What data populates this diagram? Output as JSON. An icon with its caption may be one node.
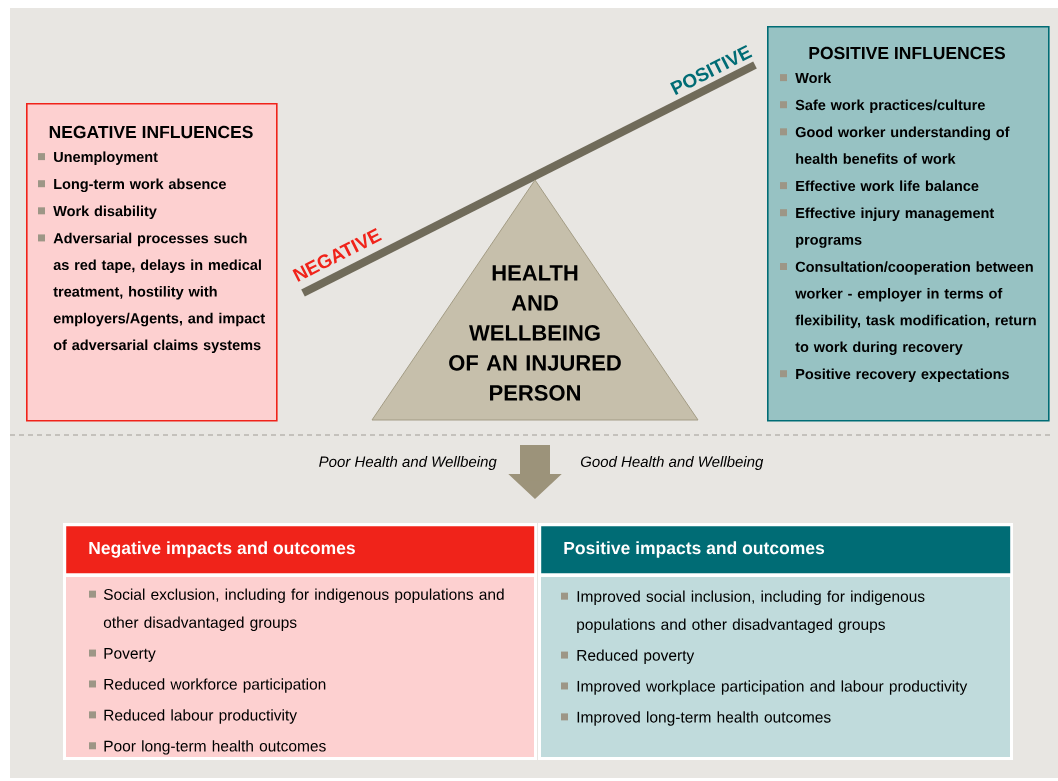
{
  "diagram": {
    "nodes": [
      {
        "text": [
          "NEGATIVE INFLUENCES",
          "Unemployment",
          "Long-term work absence",
          "Work disability",
          "Adversarial processes such as red tape, delays in medical treatment, hostility with employers/Agents, and impact of adversarial claims systems"
        ]
      },
      {
        "text": [
          "POSITIVE INFLUENCES",
          "Work",
          "Safe work practices/culture",
          "Good worker understanding of health benefits of work",
          "Effective work life balance",
          "Effective injury management programs",
          "Consultation/cooperation between worker - employer in terms of flexibility, task modification, return to work during recovery",
          "Positive recovery expectations"
        ]
      },
      {
        "text": [
          "HEALTH AND WELLBEING OF AN INJURED PERSON"
        ]
      },
      {
        "text": [
          "Negative impacts and outcomes",
          "Social exclusion, including for indigenous populations and other disadvantaged groups",
          "Poverty",
          "Reduced workforce participation",
          "Reduced labour productivity",
          "Poor long-term health outcomes"
        ]
      },
      {
        "text": [
          "Positive impacts and outcomes",
          "Improved social inclusion, including for indigenous populations and other disadvantaged groups",
          "Reduced poverty",
          "Improved workplace participation and labour productivity",
          "Improved long-term health outcomes"
        ]
      }
    ],
    "edges": [
      {
        "from": 2,
        "to": 3,
        "arrow": "to"
      },
      {
        "from": 2,
        "to": 4,
        "arrow": "to"
      }
    ],
    "labels": [
      "POSITIVE",
      "NEGATIVE",
      "Poor Health and Wellbeing",
      "Good Health and Wellbeing"
    ]
  }
}
